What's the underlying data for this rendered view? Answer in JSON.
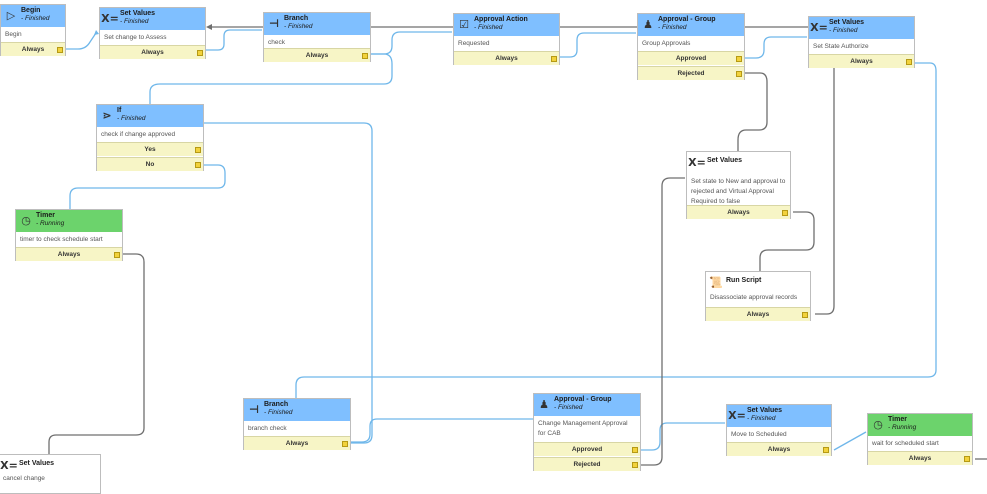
{
  "activities": {
    "begin": {
      "title": "Begin",
      "status": "- Finished",
      "body": "Begin",
      "exits": [
        "Always"
      ]
    },
    "set_assess": {
      "title": "Set Values",
      "status": "- Finished",
      "body": "Set change to Assess",
      "exits": [
        "Always"
      ]
    },
    "branch_check": {
      "title": "Branch",
      "status": "- Finished",
      "body": "check",
      "exits": [
        "Always"
      ]
    },
    "approval_action": {
      "title": "Approval Action",
      "status": "- Finished",
      "body": "Requested",
      "exits": [
        "Always"
      ]
    },
    "group_approvals": {
      "title": "Approval - Group",
      "status": "- Finished",
      "body": "Group Approvals",
      "exits": [
        "Approved",
        "Rejected"
      ]
    },
    "set_authorize": {
      "title": "Set Values",
      "status": "- Finished",
      "body": "Set State Authorize",
      "exits": [
        "Always"
      ]
    },
    "if_approved": {
      "title": "If",
      "status": "- Finished",
      "body": "check if change approved",
      "exits": [
        "Yes",
        "No"
      ]
    },
    "set_new": {
      "title": "Set Values",
      "status": "",
      "body": "Set state to New and approval to rejected and Virtual Approval Required to false",
      "exits": [
        "Always"
      ]
    },
    "timer_schedule": {
      "title": "Timer",
      "status": "- Running",
      "body": "timer to check schedule start",
      "exits": [
        "Always"
      ]
    },
    "run_script": {
      "title": "Run Script",
      "status": "",
      "body": "Disassociate approval records",
      "exits": [
        "Always"
      ]
    },
    "branch_check2": {
      "title": "Branch",
      "status": "- Finished",
      "body": "branch check",
      "exits": [
        "Always"
      ]
    },
    "cab_approval": {
      "title": "Approval - Group",
      "status": "- Finished",
      "body": "Change Management Approval for CAB",
      "exits": [
        "Approved",
        "Rejected"
      ]
    },
    "set_scheduled": {
      "title": "Set Values",
      "status": "- Finished",
      "body": "Move to Scheduled",
      "exits": [
        "Always"
      ]
    },
    "timer_wait": {
      "title": "Timer",
      "status": "- Running",
      "body": "wait for scheduled start",
      "exits": [
        "Always"
      ]
    },
    "set_cancel": {
      "title": "Set Values",
      "status": "",
      "body": "cancel change",
      "exits": []
    }
  },
  "colors": {
    "header_finished": "#7fbfff",
    "header_running": "#6cd36c",
    "wire_active": "#6fb7ea",
    "wire_inactive": "#6f6f6f",
    "exit_bg": "#f7f5c6"
  }
}
